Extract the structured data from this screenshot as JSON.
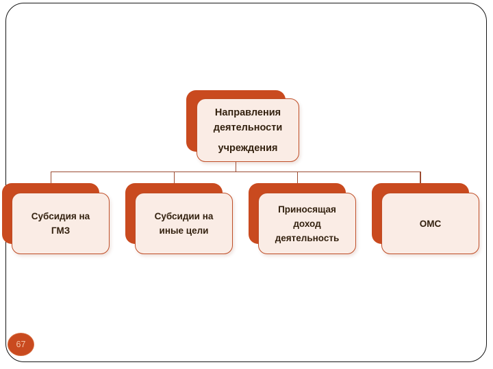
{
  "slide": {
    "page_number": "67",
    "background": "#ffffff",
    "frame_color": "#141414"
  },
  "colors": {
    "accent_orange": "#C94A1F",
    "node_fill": "#FAECE5",
    "node_border": "#BF4D26",
    "connector": "#9B4B31",
    "text_dark": "#33210F",
    "page_number_text": "#F4C5A9"
  },
  "diagram": {
    "type": "hierarchy",
    "root": {
      "label": "Направления деятельности учреждения",
      "lines": [
        "Направления деятельности",
        "учреждения"
      ]
    },
    "children": [
      {
        "label": "Субсидия на ГМЗ"
      },
      {
        "label": "Субсидии на иные цели"
      },
      {
        "label": "Приносящая доход деятельность"
      },
      {
        "label": "ОМС"
      }
    ]
  }
}
